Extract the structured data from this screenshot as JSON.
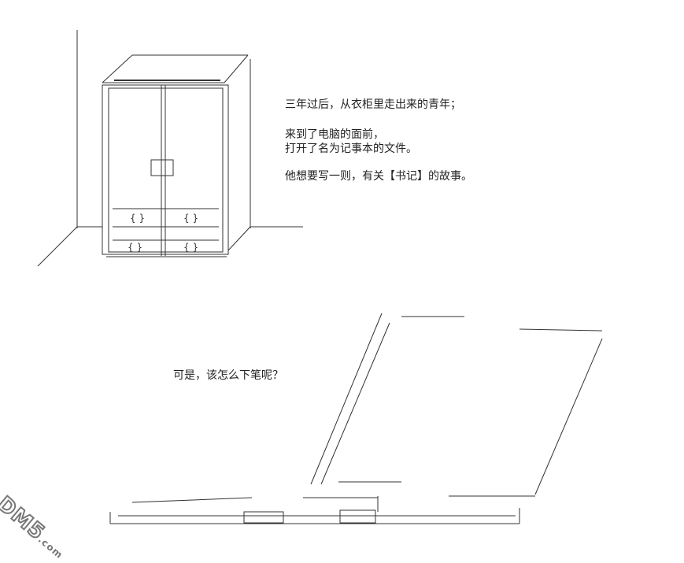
{
  "narration": {
    "line1": "三年过后，从衣柜里走出来的青年；",
    "line2": "来到了电脑的面前，",
    "line3": "打开了名为记事本的文件。",
    "line4": "他想要写一则，有关【书记】的故事。",
    "question": "可是，该怎么下笔呢？"
  },
  "watermark": {
    "text": "DM5",
    "suffix": ".com"
  }
}
